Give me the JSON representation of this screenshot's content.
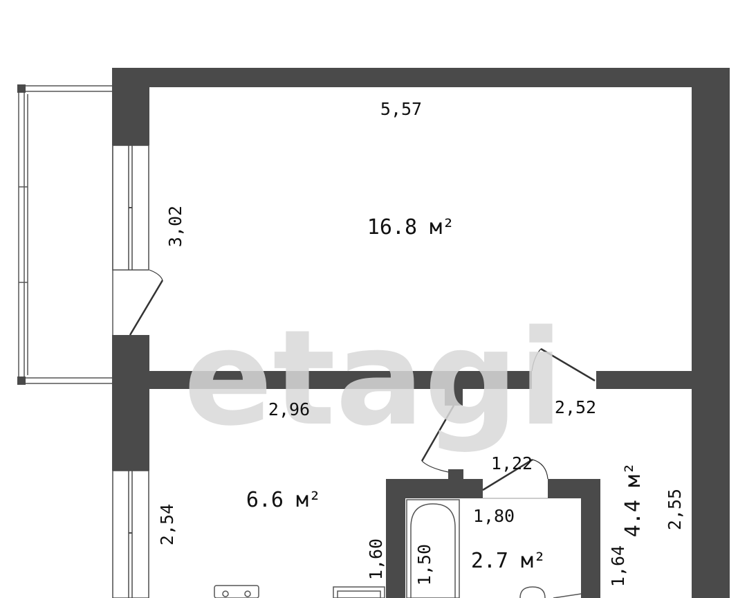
{
  "colors": {
    "wall": "#4a4a4a",
    "watermark": "#d9d9d9",
    "background": "#ffffff"
  },
  "watermark": {
    "logo_text": "etagi"
  },
  "rooms": [
    {
      "id": "room",
      "area_label": "16.8 м²"
    },
    {
      "id": "kitchen",
      "area_label": "6.6 м²"
    },
    {
      "id": "bathroom",
      "area_label": "2.7 м²"
    },
    {
      "id": "hallway",
      "area_label": "4.4 м²"
    }
  ],
  "dimensions": {
    "room_width": "5,57",
    "room_depth": "3,02",
    "kitchen_width": "2,96",
    "kitchen_depth": "2,54",
    "hall_width": "2,52",
    "hall_depth": "2,55",
    "bath_door_width": "1,22",
    "bath_inner_width": "1,80",
    "bath_left_depth": "1,60",
    "bathtub_length": "1,50",
    "bath_right_depth": "1,64"
  }
}
